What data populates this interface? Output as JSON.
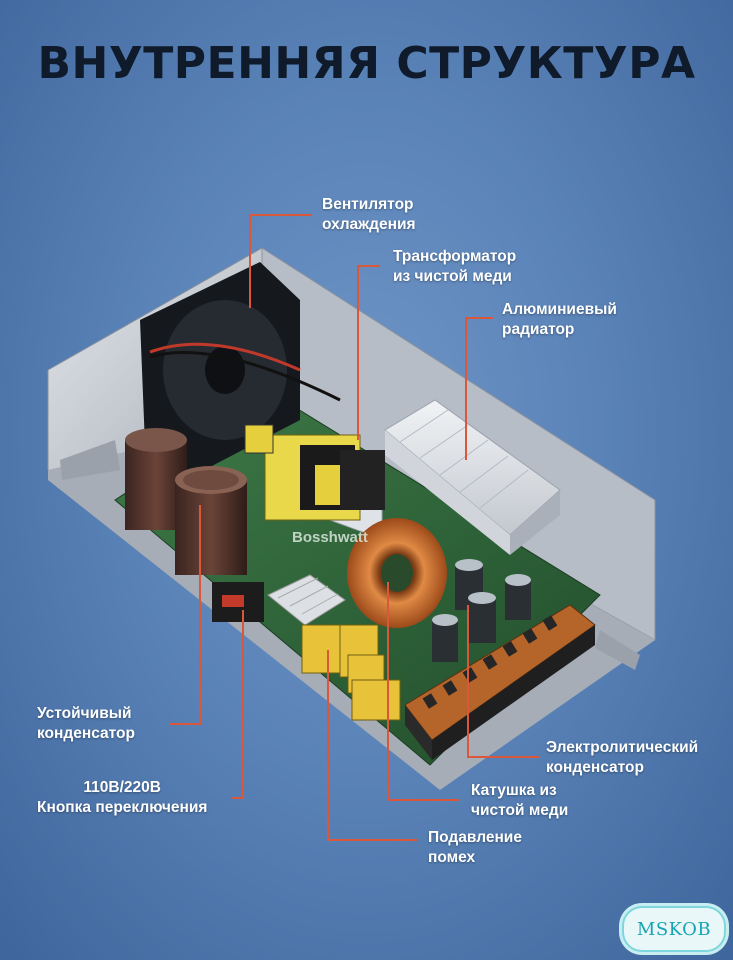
{
  "title": "ВНУТРЕННЯЯ СТРУКТУРА",
  "board_brand": "Bosshwatt",
  "watermark": "MSKOB",
  "colors": {
    "accent_line": "#d9573a",
    "label_text": "#ffffff",
    "title_text": "#0f1a2a",
    "board_green": "#2f6b3c",
    "housing": "#c9ced6",
    "copper": "#c8692a"
  },
  "callouts": {
    "fan": {
      "line1": "Вентилятор",
      "line2": "охлаждения"
    },
    "transformer": {
      "line1": "Трансформатор",
      "line2": "из чистой меди"
    },
    "radiator": {
      "line1": "Алюминиевый",
      "line2": "радиатор"
    },
    "capacitor": {
      "line1": "Устойчивый",
      "line2": "конденсатор"
    },
    "switch": {
      "line1": "110В/220В",
      "line2": "Кнопка переключения"
    },
    "electrolytic": {
      "line1": "Электролитический",
      "line2": "конденсатор"
    },
    "coil": {
      "line1": "Катушка из",
      "line2": "чистой меди"
    },
    "emi": {
      "line1": "Подавление",
      "line2": "помех"
    }
  }
}
